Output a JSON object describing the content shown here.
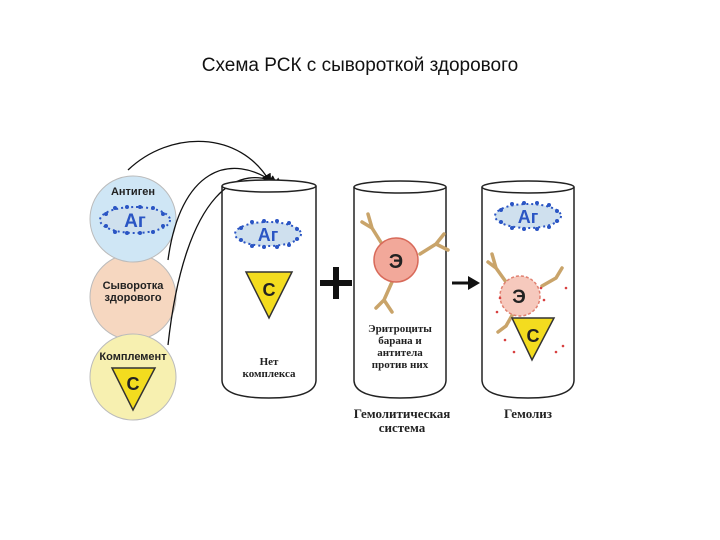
{
  "title": "Схема РСК с сывороткой здорового",
  "left_panel": {
    "antigen_label": "Антиген",
    "antigen_symbol": "Аг",
    "serum_label": "Сыворотка здорового",
    "complement_label": "Комплемент",
    "complement_symbol": "С"
  },
  "tube1": {
    "antigen_symbol": "Аг",
    "complement_symbol": "С",
    "label": "Нет комплекса"
  },
  "tube2": {
    "cell_symbol": "Э",
    "label": "Эритроциты барана и антитела против них",
    "caption": "Гемолитическая система"
  },
  "tube3": {
    "antigen_symbol": "Аг",
    "cell_symbol": "Э",
    "complement_symbol": "С",
    "caption": "Гемолиз"
  },
  "colors": {
    "antigen_fill": "#cfe0ee",
    "antigen_stroke": "#2a55c4",
    "circle_blue": "#cfe6f5",
    "circle_peach": "#f6d7c0",
    "circle_yellow": "#f7f0b0",
    "complement_fill": "#f3dc1f",
    "cell_fill": "#f2a89a",
    "cell_stroke": "#d86a5a",
    "antibody": "#c9a46a",
    "tube_stroke": "#222222"
  }
}
